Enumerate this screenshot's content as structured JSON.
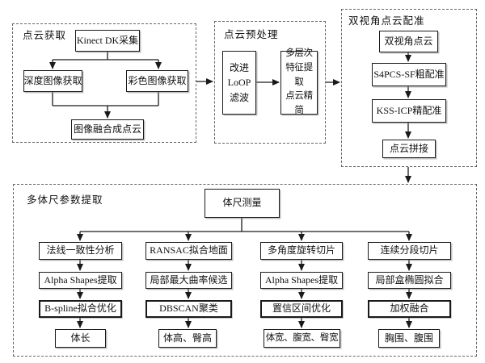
{
  "figure": {
    "sections": {
      "acquisition": {
        "label": "点云获取",
        "nodes": {
          "kinect": "Kinect DK采集",
          "depth": "深度图像获取",
          "color": "彩色图像获取",
          "fusion": "图像融合成点云"
        }
      },
      "preprocessing": {
        "label": "点云预处理",
        "nodes": {
          "loop_filter": "改进\nLoOP\n滤波",
          "multilevel_simplify": "多层次\n特征提取\n点云精简"
        }
      },
      "registration": {
        "label": "双视角点云配准",
        "nodes": {
          "dual_view": "双视角点云",
          "coarse": "S4PCS-SF粗配准",
          "fine": "KSS-ICP精配准",
          "stitch": "点云拼接"
        }
      },
      "extraction": {
        "label": "多体尺参数提取",
        "root": "体尺测量",
        "columns": [
          {
            "steps": [
              "法线一致性分析",
              "Alpha Shapes提取",
              "B-spline拟合优化"
            ],
            "result": "体长"
          },
          {
            "steps": [
              "RANSAC拟合地面",
              "局部最大曲率候选",
              "DBSCAN聚类"
            ],
            "result": "体高、臀高"
          },
          {
            "steps": [
              "多角度旋转切片",
              "Alpha Shapes提取",
              "置信区间优化"
            ],
            "result": "体宽、腹宽、臀宽"
          },
          {
            "steps": [
              "连续分段切片",
              "局部盒椭圆拟合",
              "加权融合"
            ],
            "result": "胸围、腹围"
          }
        ]
      }
    }
  }
}
